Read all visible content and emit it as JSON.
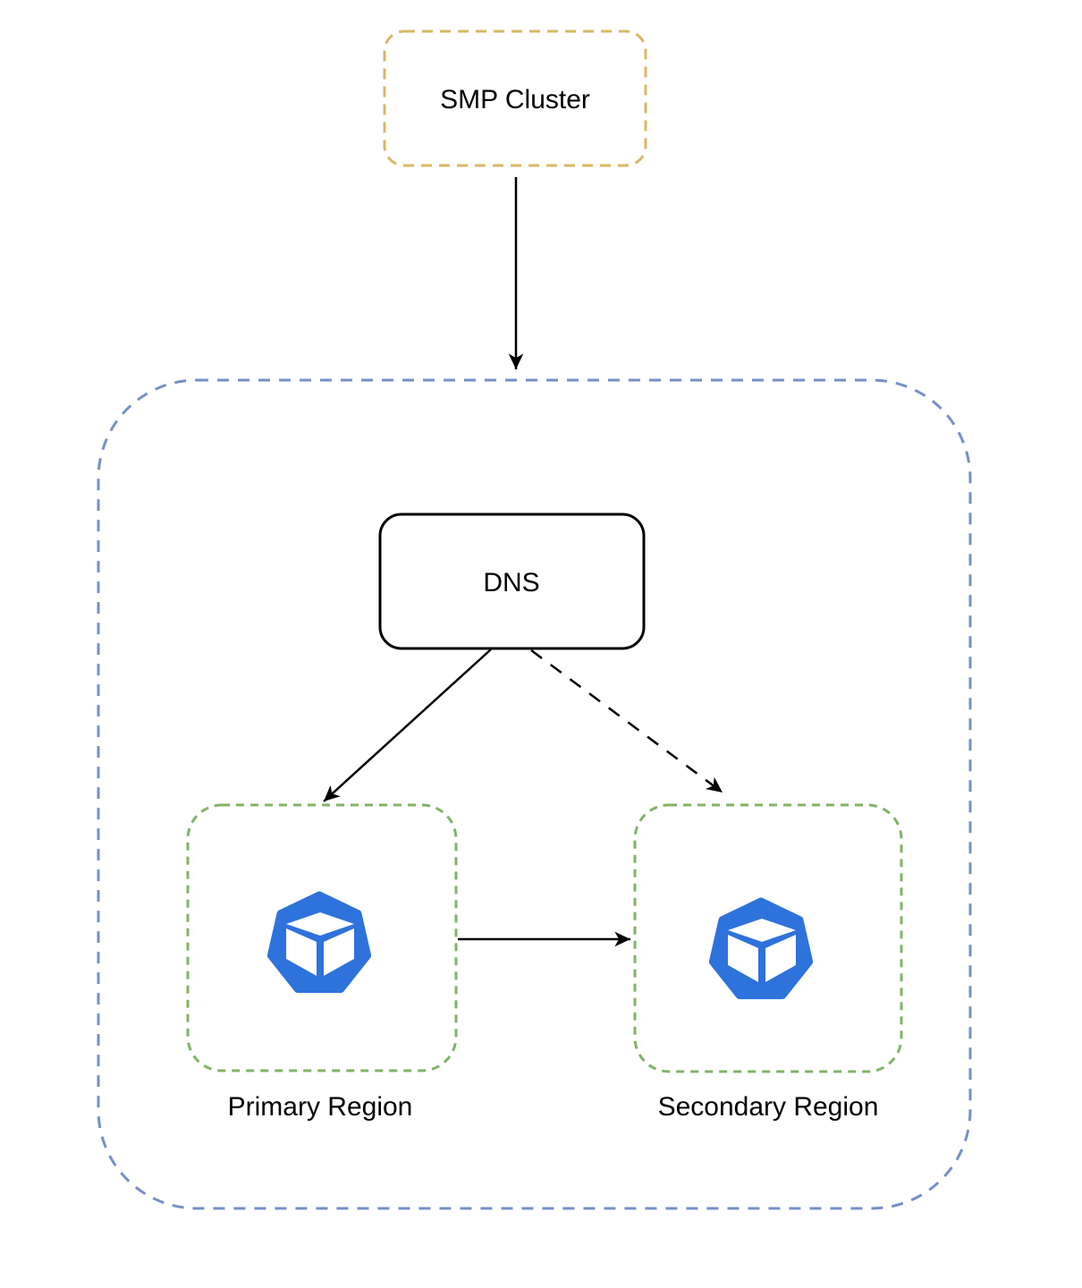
{
  "nodes": {
    "smp_cluster": {
      "label": "SMP Cluster"
    },
    "dns": {
      "label": "DNS"
    },
    "primary_region": {
      "label": "Primary Region"
    },
    "secondary_region": {
      "label": "Secondary Region"
    }
  },
  "icons": {
    "primary_region": "cube-heptagon-icon",
    "secondary_region": "cube-heptagon-icon"
  },
  "edges": [
    {
      "from": "smp_cluster",
      "to": "dns_boundary",
      "style": "solid-arrow"
    },
    {
      "from": "dns",
      "to": "primary_region",
      "style": "solid-arrow"
    },
    {
      "from": "dns",
      "to": "secondary_region",
      "style": "dashed-arrow"
    },
    {
      "from": "primary_region",
      "to": "secondary_region",
      "style": "solid-arrow"
    }
  ],
  "colors": {
    "smp_cluster_border": "#D8B865",
    "dns_boundary_border": "#7590C7",
    "region_border": "#82B366",
    "icon_blue": "#2E72DC",
    "connector": "#000000",
    "text": "#000000",
    "background": "#FFFFFF"
  }
}
